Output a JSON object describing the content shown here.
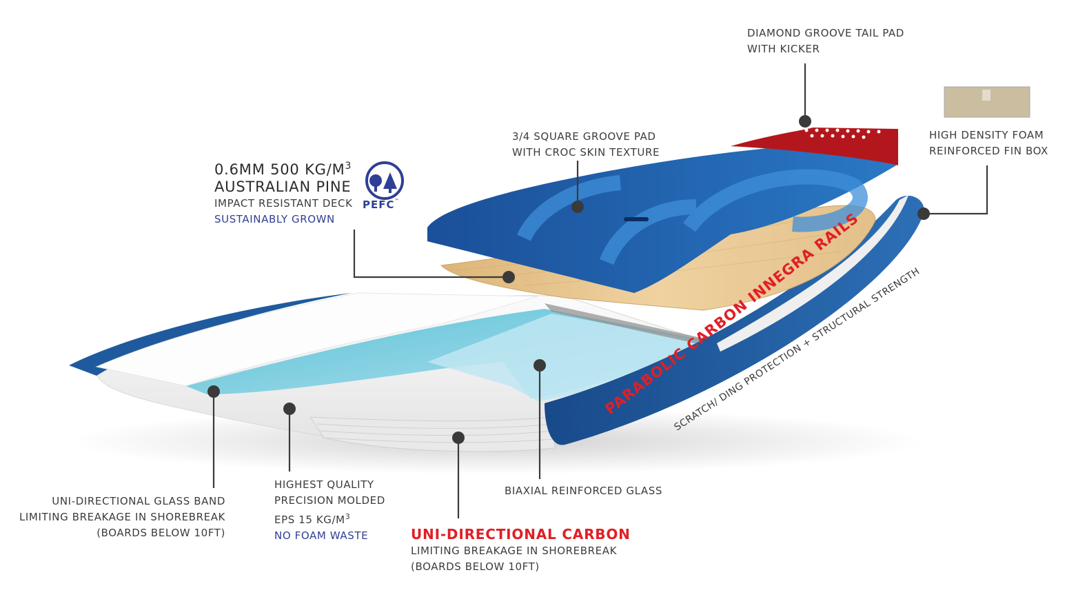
{
  "labels": {
    "tail_pad": [
      "DIAMOND GROOVE TAIL PAD",
      "WITH KICKER"
    ],
    "groove_pad": [
      "3/4 SQUARE GROOVE PAD",
      "WITH CROC SKIN TEXTURE"
    ],
    "fin_box": [
      "HIGH DENSITY FOAM",
      "REINFORCED FIN BOX"
    ],
    "pine": {
      "line1": "0.6MM 500 KG/M",
      "line1_sup": "3",
      "line2": "AUSTRALIAN PINE",
      "line3": "IMPACT RESISTANT DECK",
      "line4": "SUSTAINABLY GROWN"
    },
    "pefc": "PEFC",
    "pefc_tm": "™",
    "rail_main": "PARABOLIC CARBON INNEGRA RAILS",
    "rail_sub": "SCRATCH/ DING PROTECTION + STRUCTURAL STRENGTH",
    "glass_band": [
      "UNI-DIRECTIONAL GLASS BAND",
      "LIMITING BREAKAGE IN SHOREBREAK",
      "(BOARDS BELOW 10FT)"
    ],
    "eps": {
      "lines": [
        "HIGHEST QUALITY",
        "PRECISION MOLDED",
        "EPS 15 KG/M"
      ],
      "eps_sup": "3",
      "accent": "NO FOAM WASTE"
    },
    "biaxial": "BIAXIAL REINFORCED GLASS",
    "carbon": {
      "title": "UNI-DIRECTIONAL CARBON",
      "lines": [
        "LIMITING BREAKAGE IN SHOREBREAK",
        "(BOARDS BELOW 10FT)"
      ]
    }
  },
  "colors": {
    "deck_blue": "#1f63b3",
    "deck_dark": "#1a4a8f",
    "rail_blue": "#1f5a9e",
    "tail_red": "#b3171d",
    "wood": "#e6c48a",
    "aqua": "#5cc3d6",
    "accent_blue": "#2f3f96",
    "accent_red": "#e01f26",
    "leader": "#3a3a3a"
  }
}
